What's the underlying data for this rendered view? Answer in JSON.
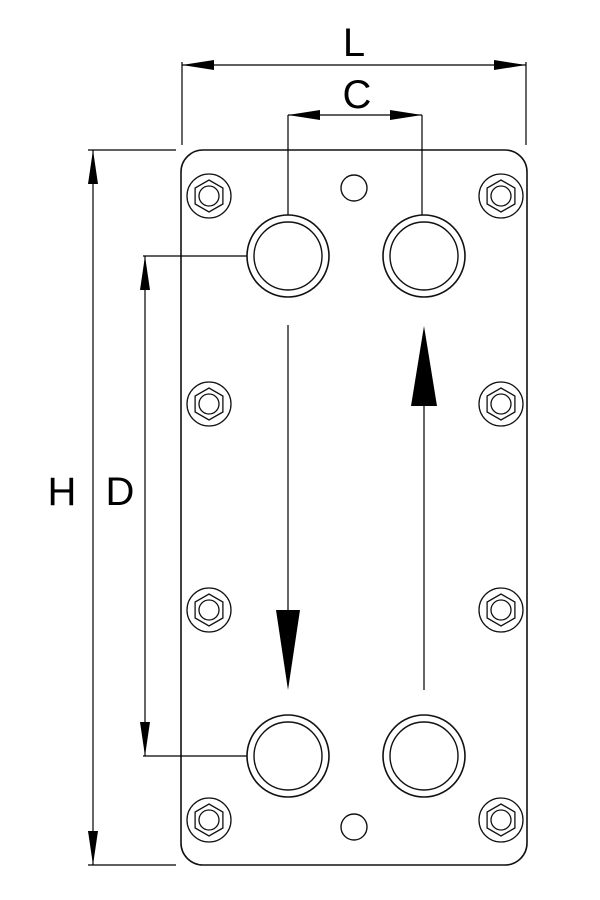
{
  "labels": {
    "L": "L",
    "C": "C",
    "H": "H",
    "D": "D"
  },
  "colors": {
    "line": "#000000",
    "background": "#ffffff"
  }
}
